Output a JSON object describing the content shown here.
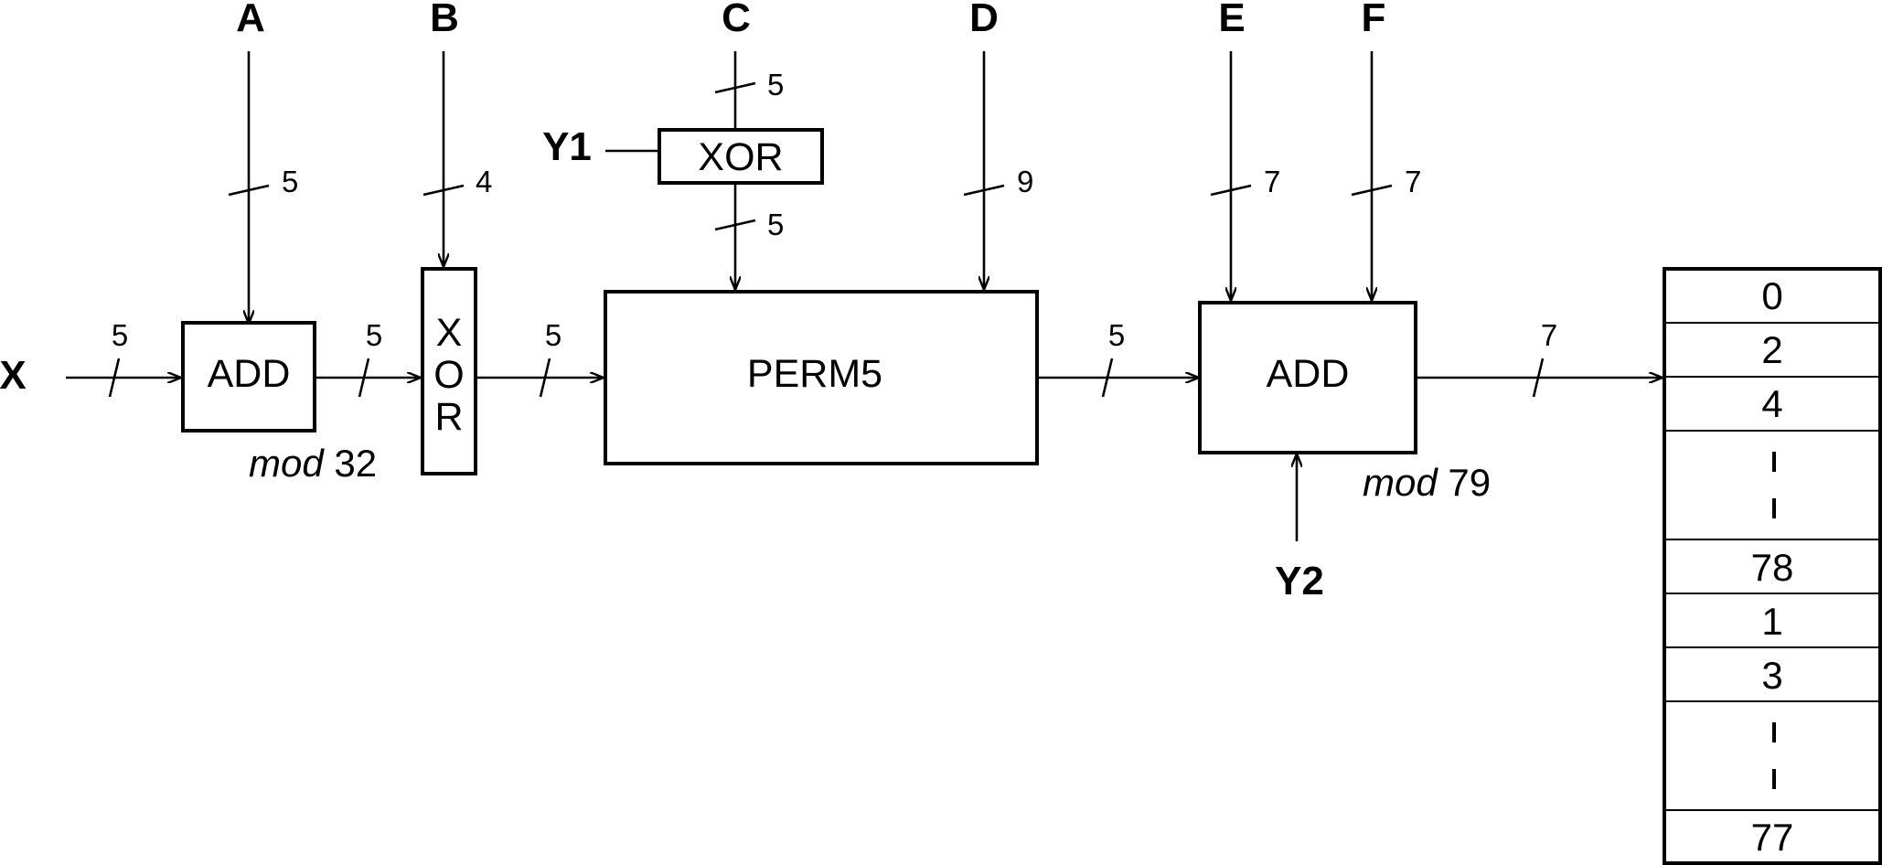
{
  "inputs": {
    "x": "X",
    "a": "A",
    "b": "B",
    "c": "C",
    "d": "D",
    "e": "E",
    "f": "F",
    "y1": "Y1",
    "y2": "Y2"
  },
  "blocks": {
    "add1": "ADD",
    "xor_vertical": [
      "X",
      "O",
      "R"
    ],
    "xor_top": "XOR",
    "perm": "PERM5",
    "add2": "ADD"
  },
  "mods": {
    "add1": {
      "word": "mod",
      "value": "32"
    },
    "add2": {
      "word": "mod",
      "value": "79"
    }
  },
  "bus_widths": {
    "x_to_add1": "5",
    "add1_to_xor": "5",
    "xor_to_perm": "5",
    "perm_to_add2": "5",
    "add2_to_table": "7",
    "a": "5",
    "b": "4",
    "c_top": "5",
    "c_bottom": "5",
    "d": "9",
    "e": "7",
    "f": "7"
  },
  "table": {
    "cells": [
      "0",
      "2",
      "4",
      "",
      "78",
      "1",
      "3",
      "",
      "77"
    ]
  }
}
